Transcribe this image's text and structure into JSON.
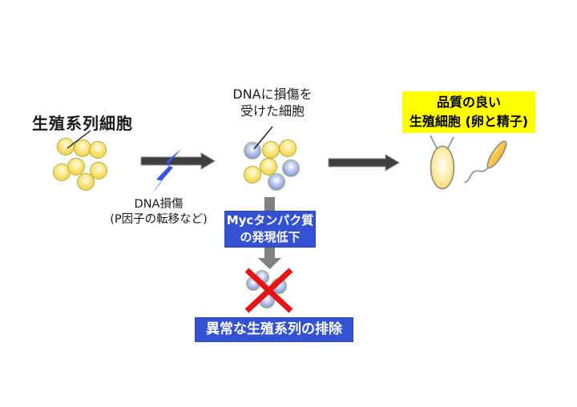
{
  "figure": {
    "stage1_label": "生殖系列細胞",
    "damage_label_line1": "DNA損傷",
    "damage_label_line2": "(P因子の転移など)",
    "stage2_label_line1": "DNAに損傷を",
    "stage2_label_line2": "受けた細胞",
    "good_outcome_line1": "品質の良い",
    "good_outcome_line2": "生殖細胞 (卵と精子)",
    "myc_box_line1": "Mycタンパク質",
    "myc_box_line2": "の発現低下",
    "elimination_label": "異常な生殖系列の排除"
  },
  "colors": {
    "background": "#ffffff",
    "highlight_box_bg": "#ffff00",
    "process_box_bg": "#3351d3",
    "process_box_text": "#ffffff",
    "arrow_dark": "#3f3f3f",
    "arrow_gray": "#818181",
    "lightning_blue": "#3556e8",
    "cross_red": "#e81313",
    "healthy_cell_yellow": "#f3cc3a",
    "damaged_cell_blue": "#6f83cc",
    "egg_sperm_yellow": "#f6c437",
    "label_text": "#1a1a1a"
  }
}
